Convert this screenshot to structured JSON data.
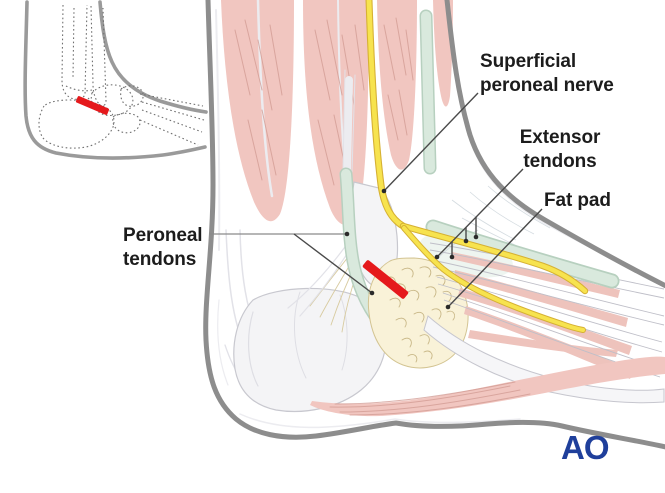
{
  "figure": {
    "labels": {
      "superficial_peroneal_nerve": {
        "line1": "Superficial",
        "line2": "peroneal nerve"
      },
      "extensor_tendons": {
        "line1": "Extensor",
        "line2": "tendons"
      },
      "fat_pad": {
        "text": "Fat pad"
      },
      "peroneal_tendons": {
        "line1": "Peroneal",
        "line2": "tendons"
      }
    },
    "logo": {
      "text": "AO"
    },
    "colors": {
      "incision_red": "#e5191c",
      "nerve_yellow": "#f7e34e",
      "nerve_yellow_edge": "#d6b133",
      "tendon_sheath_green": "#d9e9dd",
      "tendon_sheath_green_edge": "#b7d0bf",
      "muscle_pink": "#f1c6c0",
      "muscle_striation": "#d09a92",
      "fat_pad_fill": "#f9f2d8",
      "fat_pad_line": "#c9b888",
      "skin_outline_gray": "#8d8d8d",
      "bone_fill": "#f4f4f6",
      "bone_line": "#c8c8cf",
      "leader_line_dark": "#4a4a4a",
      "leader_line_gray": "#8a8a8a",
      "label_text": "#1c1c1c",
      "logo_blue": "#1f3f9b"
    }
  }
}
